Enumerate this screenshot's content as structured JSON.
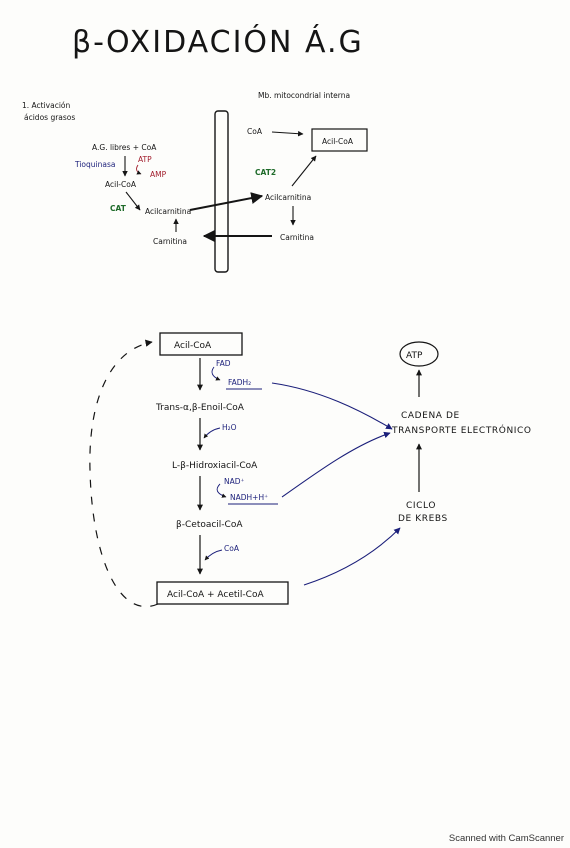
{
  "title": "β-OXIDACIÓN Á.G",
  "activation": {
    "heading_line1": "1. Activación",
    "heading_line2": "ácidos grasos",
    "membrane_label": "Mb. mitocondrial interna",
    "reactant": "A.G. libres + CoA",
    "enzyme": "Tioquinasa",
    "atp": "ATP",
    "amp": "AMP",
    "acyl_coa_left": "Acil-CoA",
    "cat": "CAT",
    "acylcarnitine_left": "Acilcarnitina",
    "carnitine_left": "Carnitina",
    "coa_right": "CoA",
    "acyl_coa_right": "Acil-CoA",
    "cat2": "CAT2",
    "acylcarnitine_right": "Acilcarnitina",
    "carnitine_right": "Carnitina"
  },
  "cycle": {
    "acyl_coa": "Acil-CoA",
    "fad": "FAD",
    "fadh2": "FADH₂",
    "trans_enoyl": "Trans-α,β-Enoil-CoA",
    "h2o": "H₂O",
    "hydroxyacyl": "L-β-Hidroxiacil-CoA",
    "nad": "NAD⁺",
    "nadh": "NADH+H⁺",
    "ketoacyl": "β-Cetoacil-CoA",
    "coa": "CoA",
    "products": "Acil-CoA + Acetil-CoA",
    "atp": "ATP",
    "etc_line1": "CADENA DE",
    "etc_line2": "TRANSPORTE ELECTRÓNICO",
    "krebs_line1": "CICLO",
    "krebs_line2": "DE KREBS"
  },
  "footer": "Scanned with CamScanner",
  "colors": {
    "ink": "#151515",
    "red": "#a11c2b",
    "green": "#1f6b2a",
    "navy": "#1b1f7a"
  }
}
